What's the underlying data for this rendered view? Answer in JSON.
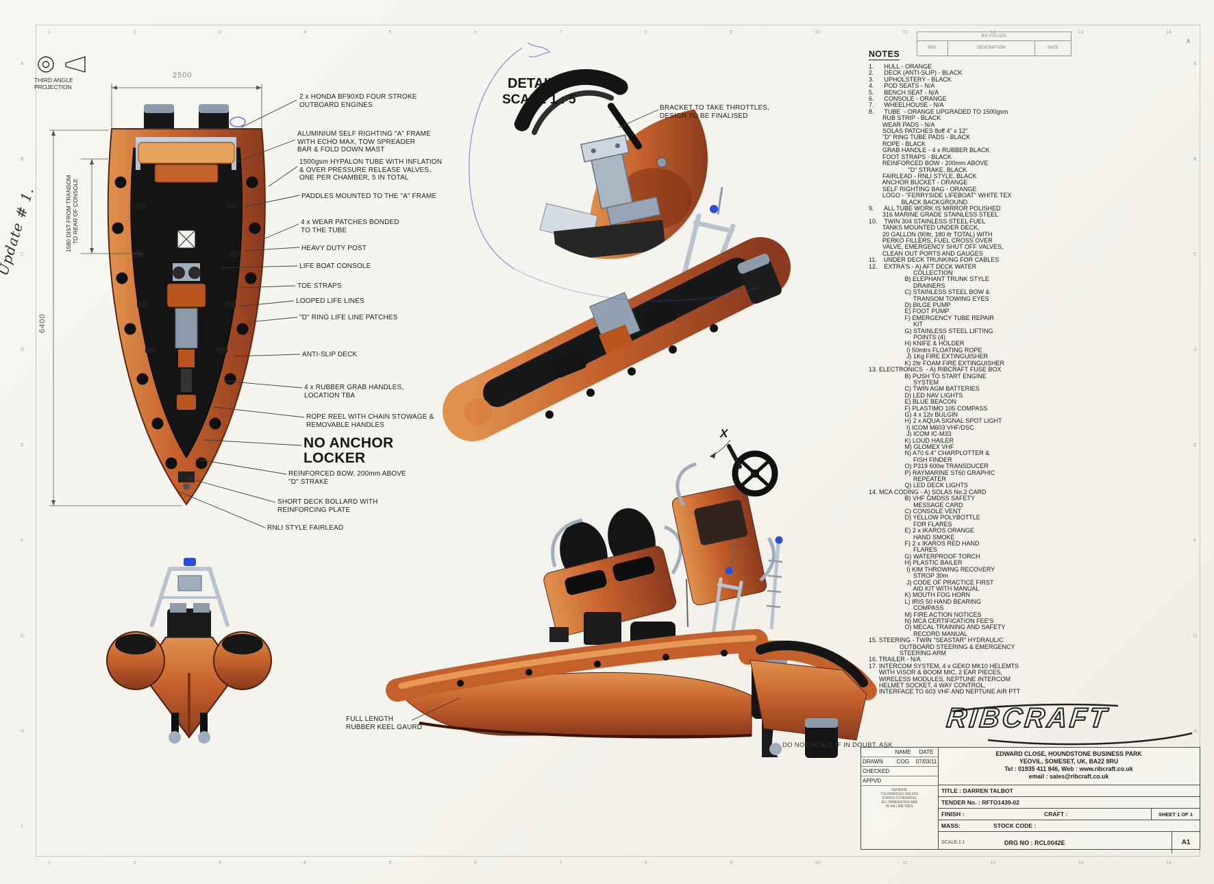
{
  "sheet": {
    "projection": "THIRD ANGLE\nPROJECTION",
    "handwritten": "Update # 1.",
    "do_not_scale": "DO NOT SCALE IF IN DOUBT, ASK",
    "top_refs": [
      "1",
      "2",
      "3",
      "4",
      "5",
      "6",
      "7",
      "8",
      "9",
      "10",
      "11",
      "12",
      "13",
      "14"
    ],
    "bottom_refs": [
      "1",
      "2",
      "3",
      "4",
      "5",
      "6",
      "7",
      "8",
      "9",
      "10",
      "11",
      "12",
      "13",
      "14"
    ],
    "left_refs": [
      "A",
      "B",
      "C",
      "D",
      "E",
      "F",
      "G",
      "H",
      "J"
    ],
    "right_refs": [
      "A",
      "B",
      "C",
      "D",
      "E",
      "F",
      "G",
      "H",
      "J"
    ]
  },
  "dimensions": {
    "beam": "2500",
    "length": "6400",
    "console_dim": "1580 DIST FROM TRANSOM\n   TO REAR OF CONSOLE"
  },
  "detail": {
    "title": "DETAIL X",
    "scale": "SCALE 1 : 5",
    "marker": "X"
  },
  "callouts": [
    "2 x HONDA BF90XD FOUR STROKE\nOUTBOARD ENGINES",
    "ALUMINIUM SELF RIGHTING \"A\" FRAME\nWITH ECHO MAX, TOW SPREADER\nBAR & FOLD DOWN MAST",
    "1500gsm HYPALON TUBE WITH INFLATION\n& OVER PRESSURE RELEASE VALVES,\nONE PER CHAMBER, 5 IN TOTAL",
    "PADDLES MOUNTED TO THE \"A\" FRAME",
    "4 x WEAR PATCHES BONDED\nTO THE TUBE",
    "HEAVY DUTY POST",
    "LIFE BOAT CONSOLE",
    "TOE STRAPS",
    "LOOPED LIFE LINES",
    "\"D\" RING LIFE LINE PATCHES",
    "ANTI-SLIP DECK",
    "4 x RUBBER GRAB HANDLES,\nLOCATION TBA",
    "ROPE REEL WITH CHAIN STOWAGE &\nREMOVABLE HANDLES",
    "NO ANCHOR\nLOCKER",
    "REINFORCED BOW, 200mm ABOVE\n\"D\" STRAKE",
    "SHORT DECK BOLLARD WITH\nREINFORCING PLATE",
    "RNLI STYLE FAIRLEAD",
    "BRACKET TO TAKE THROTTLES,\nDESIGN TO BE FINALISED",
    "FULL LENGTH\nRUBBER KEEL GAURD"
  ],
  "notes": {
    "title": "NOTES",
    "lines": [
      "1.      HULL - ORANGE",
      "2.      DECK (ANTI-SLIP) - BLACK",
      "3.      UPHOLSTERY - BLACK",
      "4.      POD SEATS - N/A",
      "5.      BENCH SEAT - N/A",
      "6.      CONSOLE - ORANGE",
      "7.      WHEELHOUSE - N/A",
      "8.      TUBE  - ORANGE UPGRADED TO 1500gsm",
      "        RUB STRIP - BLACK",
      "        WEAR PADS - N/A",
      "        SOLAS PATCHES 8off 4\" x 12\"",
      "        \"D\" RING TUBE PADS - BLACK",
      "        ROPE - BLACK",
      "        GRAB HANDLE - 4 x RUBBER BLACK",
      "        FOOT STRAPS - BLACK",
      "        REINFORCED BOW - 200mm ABOVE",
      "                       \"D\" STRAKE, BLACK",
      "        FAIRLEAD - RNLI STYLE, BLACK",
      "        ANCHOR BUCKET - ORANGE",
      "        SELF RIGHTING BAG - ORANGE",
      "        LOGO - \"FERRYSIDE LIFEBOAT\" WHITE TEX",
      "                   BLACK BACKGROUND",
      "9.      ALL TUBE WORK IS MIRROR POLISHED",
      "        316 MARINE GRADE STAINLESS STEEL",
      "10.    TWIN 304 STAINLESS STEEL FUEL",
      "        TANKS MOUNTED UNDER DECK,",
      "        20 GALLON (90ltr, 180 ltr TOTAL) WITH",
      "        PERKO FILLERS, FUEL CROSS OVER",
      "        VALVE, EMERGENCY SHUT OFF VALVES,",
      "        CLEAN OUT PORTS AND GAUGES",
      "11.    UNDER DECK TRUNKING FOR CABLES",
      "12.    EXTRA'S - A) AFT DECK WATER",
      "                          COLLECTION",
      "                     B) ELEPHANT TRUNK STYLE",
      "                          DRAINERS",
      "                     C) STAINLESS STEEL BOW &",
      "                          TRANSOM TOWING EYES",
      "                     D) BILGE PUMP",
      "                     E) FOOT PUMP",
      "                     F) EMERGENCY TUBE REPAIR",
      "                          KIT",
      "                     G) STAINLESS STEEL LIFTING",
      "                          POINTS (4)",
      "                     H) KNIFE & HOLDER",
      "                      I) 50mtrs FLOATING ROPE",
      "                      J) 1Kg FIRE EXTINGUISHER",
      "                     K) 2ltr FOAM FIRE EXTINGUISHER",
      "13. ELECTRONICS  - A) RIBCRAFT FUSE BOX",
      "                     B) PUSH TO START ENGINE",
      "                          SYSTEM",
      "                     C) TWIN AGM BATTERIES",
      "                     D) LED NAV LIGHTS",
      "                     E) BLUE BEACON",
      "                     F) PLASTIMO 105 COMPASS",
      "                     G) 4 x 12v BULGIN",
      "                     H) 2 x AQUA SIGNAL SPOT LIGHT",
      "                      I) ICOM M603 VHF/DSC",
      "                      J) ICOM IC-M33",
      "                     K) LOUD HAILER",
      "                     M) GLOMEX VHF",
      "                     N) A70 6.4\" CHARPLOTTER &",
      "                          FISH FINDER",
      "                     O) P319 600w TRANSDUCER",
      "                     P) RAYMARINE ST60 GRAPHIC",
      "                          REPEATER",
      "                     Q) LED DECK LIGHTS",
      "14. MCA CODING - A) SOLAS No.2 CARD",
      "                     B) VHF GMDSS SAFETY",
      "                          MESSAGE CARD",
      "                     C) CONSOLE VENT",
      "                     D) YELLOW POLYBOTTLE",
      "                          FOR FLARES",
      "                     E) 2 x IKAROS ORANGE",
      "                          HAND SMOKE",
      "                     F) 2 x IKAROS RED HAND",
      "                          FLARES",
      "                     G) WATERPROOF TORCH",
      "                     H) PLASTIC BAILER",
      "                      I) KIM THROWING RECOVERY",
      "                          STROP 30m",
      "                      J) CODE OF PRACTICE FIRST",
      "                          AID KIT WITH MANUAL",
      "                     K) MOUTH FOG HORN",
      "                     L) IRIS 50 HAND BEARING",
      "                          COMPASS",
      "                     M) FIRE ACTION NOTICES",
      "                     N) MCA CERTIFICATION FEE'S",
      "                     O) MECAL TRAINING AND SAFETY",
      "                          RECORD MANUAL",
      "15. STEERING - TWIN \"SEASTAR\" HYDRAULIC",
      "                  OUTBOARD STEERING & EMERGENCY",
      "                  STEERING ARM",
      "16. TRAILER - N/A",
      "17. INTERCOM SYSTEM, 4 x GEKO MK10 HELEMTS",
      "      WITH VISOR & BOOM MIC, 2 EAR PIECES,",
      "      WIRELESS MODULES, NEPTUNE INTERCOM",
      "      HELMET SOCKET, 4 WAY CONTROL,",
      "      INTERFACE TO 603 VHF AND NEPTUNE AIR PTT"
    ]
  },
  "revisions": {
    "title": "REVISION",
    "rev": "REV.",
    "description": "DESCRIPTION",
    "date": "DATE",
    "zone": "A"
  },
  "logo": {
    "name": "RIBCRAFT"
  },
  "title_block": {
    "name_header": "NAME",
    "date_header": "DATE",
    "drawn_label": "DRAWN",
    "drawn_name": "COG",
    "drawn_date": "07/03/11",
    "checked_label": "CHECKED",
    "approved_label": "APPVD",
    "tolerances": "GENERAL\nTOLERANCES UNLESS\nSTATED OTHERWISE,\nALL DIMENSIONS ARE\nIN MILLIMETERS",
    "address": "EDWARD CLOSE, HOUNDSTONE BUSINESS PARK\nYEOVIL, SOMESET, UK, BA22 8RU\nTel : 01935 411 846, Web : www.ribcraft.co.uk\nemail : sales@ribcraft.co.uk",
    "title": "TITLE : DARREN TALBOT",
    "tender": "TENDER No. : RFTO1439-02",
    "finish_label": "FINISH :",
    "craft_label": "CRAFT :",
    "sheet_label": "SHEET 1 OF 1",
    "mass_label": "MASS:",
    "stock_label": "STOCK CODE :",
    "scale_label": "SCALE:1:1",
    "drg_label": "DRG NO : RCL0042E",
    "size": "A1"
  }
}
